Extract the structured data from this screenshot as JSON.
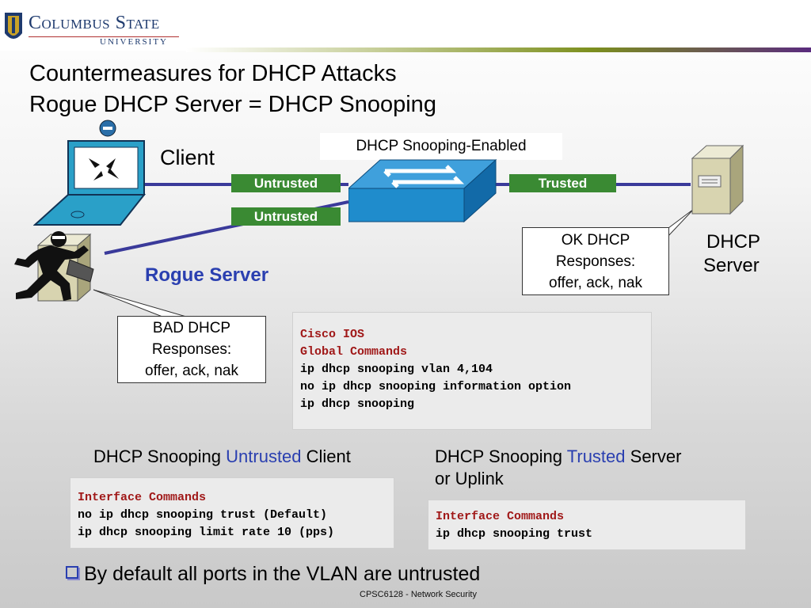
{
  "header": {
    "logo": {
      "line1": "Columbus State",
      "line2": "University"
    },
    "title_lines": [
      "Countermeasures for DHCP Attacks",
      "Rogue DHCP Server = DHCP Snooping"
    ]
  },
  "diagram": {
    "client_label": "Client",
    "switch_label": "DHCP Snooping-Enabled",
    "port_labels": {
      "client_port": "Untrusted",
      "rogue_port": "Untrusted",
      "server_port": "Trusted"
    },
    "rogue_label": "Rogue Server",
    "server_label_lines": [
      "DHCP",
      "Server"
    ],
    "ok_callout": [
      "OK DHCP",
      "Responses:",
      "offer, ack, nak"
    ],
    "bad_callout": [
      "BAD DHCP",
      "Responses:",
      "offer, ack, nak"
    ]
  },
  "global_code": {
    "headers": [
      "Cisco IOS",
      "Global Commands"
    ],
    "lines": [
      "ip dhcp snooping vlan 4,104",
      "no ip dhcp snooping information option",
      "ip dhcp snooping"
    ]
  },
  "untrusted_section": {
    "heading": {
      "prefix": "DHCP Snooping ",
      "highlight": "Untrusted",
      "suffix": " Client"
    },
    "code_header": "Interface Commands",
    "lines": [
      "no ip dhcp snooping trust (Default)",
      "ip dhcp snooping limit rate 10 (pps)"
    ]
  },
  "trusted_section": {
    "heading": {
      "prefix": "DHCP Snooping ",
      "highlight": "Trusted",
      "suffix": " Server",
      "line2": "or Uplink"
    },
    "code_header": "Interface Commands",
    "lines": [
      "ip dhcp snooping trust"
    ]
  },
  "bullet": {
    "text": "By default all ports in the VLAN are untrusted"
  },
  "footer": {
    "text": "CPSC6128 - Network Security"
  },
  "colors": {
    "accent_blue": "#2a3fb0",
    "port_green": "#3a8a33",
    "code_red": "#a01818"
  }
}
